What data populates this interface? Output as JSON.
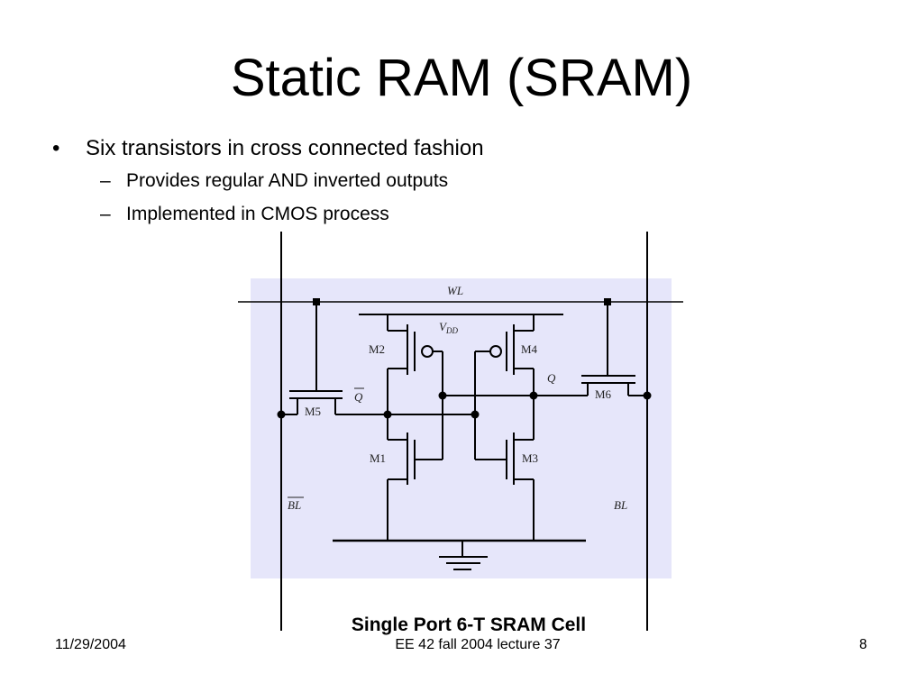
{
  "slide": {
    "title": "Static RAM (SRAM)",
    "bullets": [
      {
        "marker": "•",
        "text": "Six transistors in cross connected fashion",
        "sub": [
          {
            "marker": "–",
            "text": "Provides regular AND inverted outputs"
          },
          {
            "marker": "–",
            "text": "Implemented in CMOS process"
          }
        ]
      }
    ]
  },
  "diagram": {
    "labels": {
      "wl": "WL",
      "vdd": "V",
      "vdd_sub": "DD",
      "m1": "M1",
      "m2": "M2",
      "m3": "M3",
      "m4": "M4",
      "m5": "M5",
      "m6": "M6",
      "q": "Q",
      "qbar": "Q",
      "bl": "BL",
      "blbar": "BL"
    },
    "colors": {
      "background": "#e6e6fa",
      "wire": "#000000"
    },
    "caption": "Single Port 6-T SRAM Cell"
  },
  "footer": {
    "date": "11/29/2004",
    "course": "EE 42 fall 2004 lecture 37",
    "page": "8"
  }
}
